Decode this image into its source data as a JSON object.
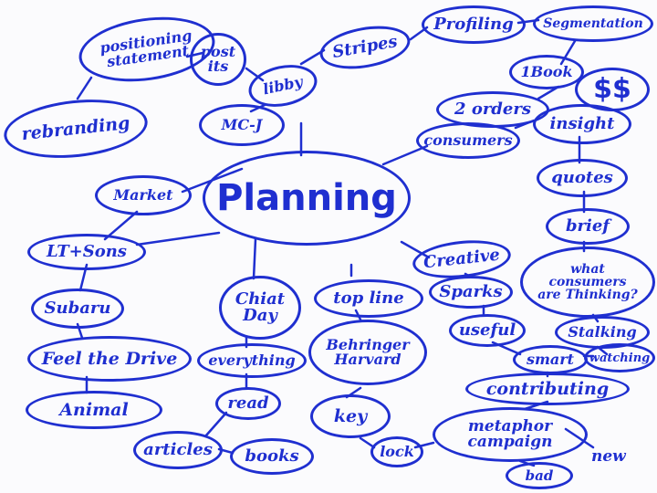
{
  "mindmap": {
    "center": "Planning",
    "nodes": {
      "positioning": "positioning\nstatement",
      "post_its": "post\nits",
      "rebranding": "rebranding",
      "libby": "libby",
      "mc_j": "MC-J",
      "stripes": "Stripes",
      "profiling": "Profiling",
      "segmentation": "Segmentation",
      "ibook": "1Book",
      "dollars": "$$",
      "two_orders": "2 orders",
      "consumers": "consumers",
      "insight": "insight",
      "quotes": "quotes",
      "brief": "brief",
      "what_consumers": "what\nconsumers\nare Thinking?",
      "stalking": "Stalking",
      "watching": "watching",
      "market": "Market",
      "lt_sons": "LT+Sons",
      "subaru": "Subaru",
      "feel_the_drive": "Feel the Drive",
      "animal": "Animal",
      "chiat_day": "Chiat\nDay",
      "everything": "everything",
      "read": "read",
      "articles": "articles",
      "books": "books",
      "top_line": "top line",
      "behringer_harvard": "Behringer\nHarvard",
      "key": "key",
      "lock": "lock",
      "creative": "Creative",
      "sparks": "Sparks",
      "useful": "useful",
      "smart": "smart",
      "contributing": "contributing",
      "metaphor_campaign": "metaphor\ncampaign",
      "new": "new",
      "bad": "bad"
    }
  }
}
